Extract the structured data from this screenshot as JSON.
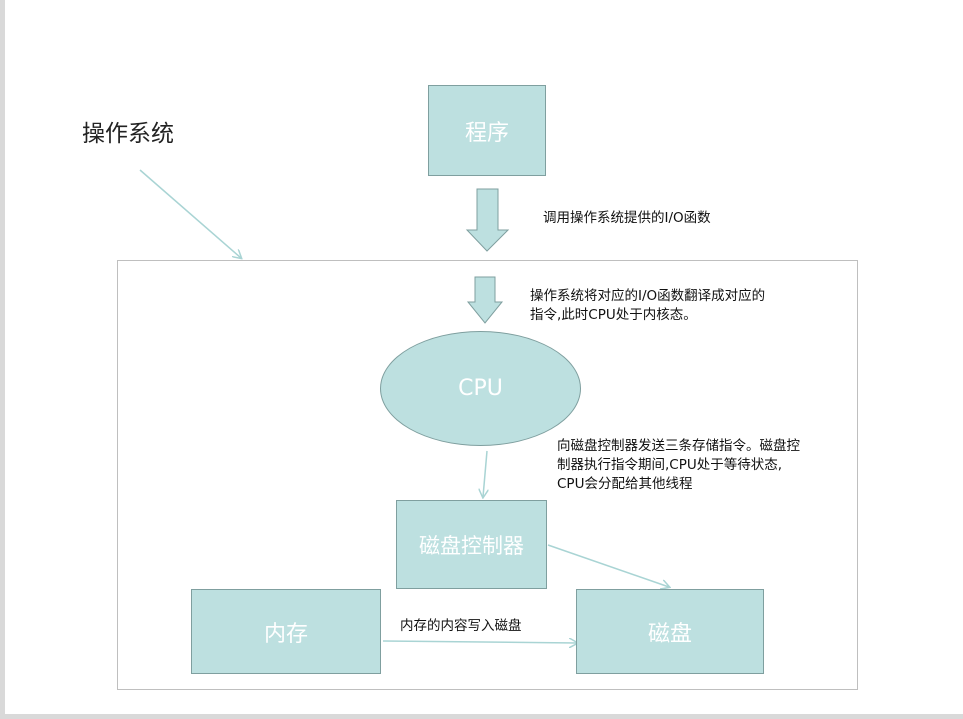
{
  "os_label": "操作系统",
  "nodes": {
    "program": "程序",
    "cpu": "CPU",
    "disk_controller": "磁盘控制器",
    "memory": "内存",
    "disk": "磁盘"
  },
  "notes": {
    "call_io": "调用操作系统提供的I/O函数",
    "translate_line1": "操作系统将对应的I/O函数翻译成对应的",
    "translate_line2": "指令,此时CPU处于内核态。",
    "send_line1": "向磁盘控制器发送三条存储指令。磁盘控",
    "send_line2": "制器执行指令期间,CPU处于等待状态,",
    "send_line3": "CPU会分配给其他线程",
    "write": "内存的内容写入磁盘"
  },
  "colors": {
    "node_fill": "#bde0e0",
    "node_stroke": "#7f9f9f",
    "connector": "#a9d4d4",
    "frame": "#bfbfbf"
  }
}
